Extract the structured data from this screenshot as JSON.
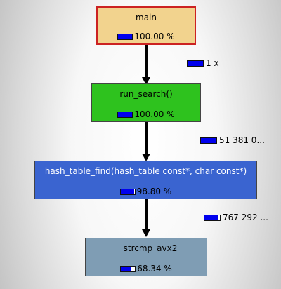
{
  "nodes": [
    {
      "name": "main",
      "percent": "100.00 %",
      "cost_fraction": 1.0,
      "color": "#f2d38e",
      "border": "#cc2222"
    },
    {
      "name": "run_search()",
      "percent": "100.00 %",
      "cost_fraction": 1.0,
      "color": "#2ec21e",
      "border": "#444444"
    },
    {
      "name": "hash_table_find(hash_table const*, char const*)",
      "percent": "98.80 %",
      "cost_fraction": 0.988,
      "color": "#3a64d0",
      "border": "#444444"
    },
    {
      "name": "__strcmp_avx2",
      "percent": "68.34 %",
      "cost_fraction": 0.6834,
      "color": "#7f9db4",
      "border": "#444444"
    }
  ],
  "edges": [
    {
      "label": "1 x",
      "cost_fraction": 1.0
    },
    {
      "label": "51 381 0...",
      "cost_fraction": 1.0
    },
    {
      "label": "767 292 ...",
      "cost_fraction": 0.85
    }
  ]
}
